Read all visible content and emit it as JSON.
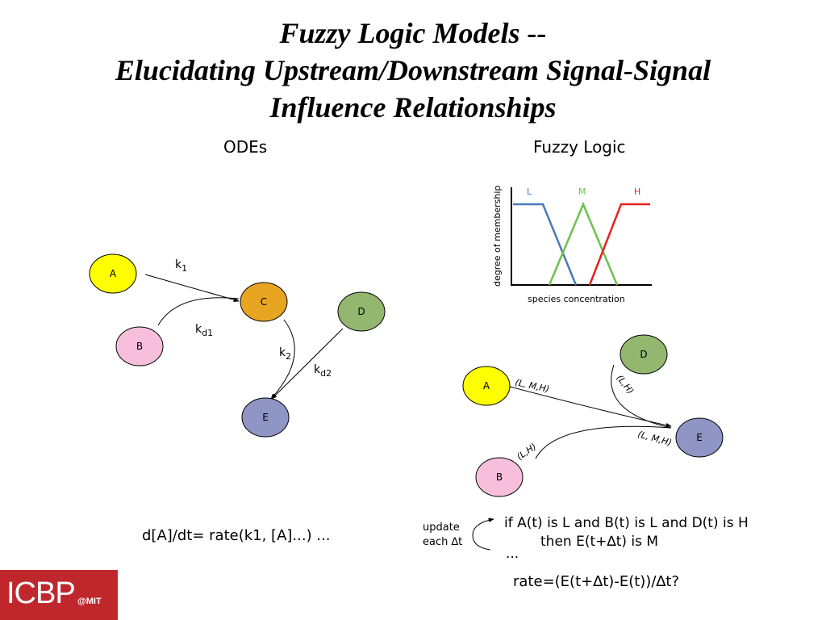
{
  "title": {
    "line1": "Fuzzy Logic Models --",
    "line2": "Elucidating Upstream/Downstream Signal-Signal",
    "line3": "Influence Relationships"
  },
  "ode": {
    "label": "ODEs",
    "nodes": {
      "A": {
        "label": "A",
        "color": "#ffff00"
      },
      "B": {
        "label": "B",
        "color": "#f7bfdc"
      },
      "C": {
        "label": "C",
        "color": "#e8a522"
      },
      "D": {
        "label": "D",
        "color": "#93b76e"
      },
      "E": {
        "label": "E",
        "color": "#8f95c4"
      }
    },
    "rates": {
      "k1": {
        "base": "k",
        "sub": "1"
      },
      "kd1": {
        "base": "k",
        "sub": "d1"
      },
      "k2": {
        "base": "k",
        "sub": "2"
      },
      "kd2": {
        "base": "k",
        "sub": "d2"
      }
    },
    "equation": "d[A]/dt= rate(k1, [A]...) ..."
  },
  "fuzzy": {
    "label": "Fuzzy Logic",
    "chart": {
      "ylabel": "degree of membership",
      "xlabel": "species concentration",
      "sets": {
        "L": {
          "label": "L",
          "color": "#4a7ab8"
        },
        "M": {
          "label": "M",
          "color": "#6cc24a"
        },
        "H": {
          "label": "H",
          "color": "#e8201c"
        }
      }
    },
    "nodes": {
      "A": {
        "label": "A",
        "color": "#ffff00"
      },
      "B": {
        "label": "B",
        "color": "#f7bfdc"
      },
      "D": {
        "label": "D",
        "color": "#93b76e"
      },
      "E": {
        "label": "E",
        "color": "#8f95c4"
      }
    },
    "edges": {
      "A": "(L, M,H)",
      "B": "(L,H)",
      "D": "(L,H)",
      "E": "(L, M,H)"
    },
    "update": {
      "line1": "update",
      "line2": "each ∆t"
    },
    "rule": {
      "line1": "if A(t) is L and B(t) is L and D(t) is H",
      "line2": "then E(t+∆t) is M",
      "line3": "..."
    },
    "rate_equation": "rate=(E(t+∆t)-E(t))/∆t?"
  },
  "logo": {
    "main": "ICBP",
    "sub": "@MIT",
    "color": "#c0272d"
  }
}
